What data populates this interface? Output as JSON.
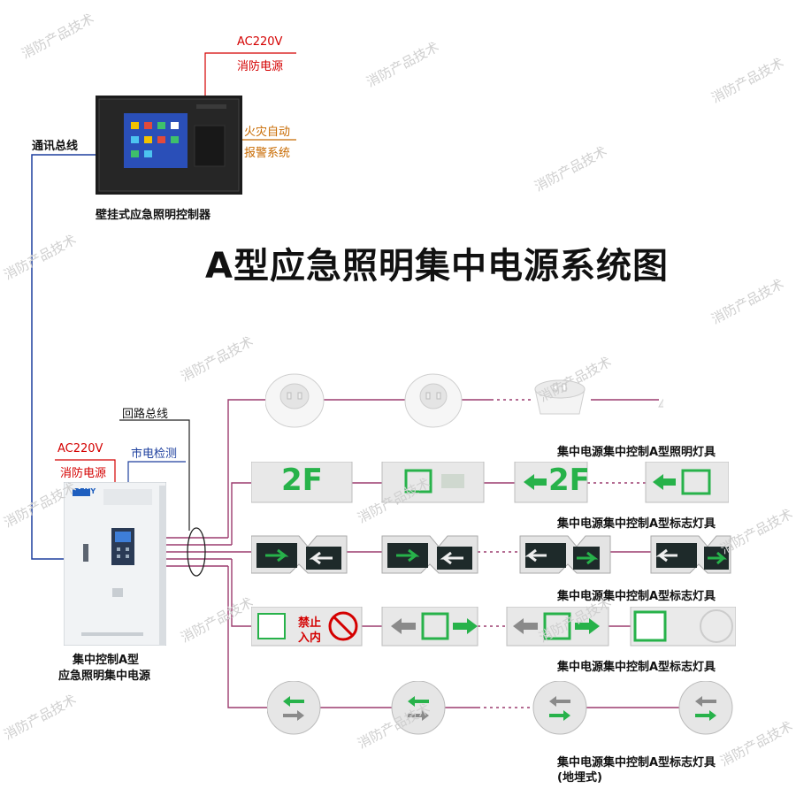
{
  "title": "A型应急照明集中电源系统图",
  "controller": {
    "ac_label": "AC220V",
    "power_label": "消防电源",
    "fire_alarm_line1": "火灾自动",
    "fire_alarm_line2": "报警系统",
    "caption": "壁挂式应急照明控制器",
    "comm_bus": "通讯总线"
  },
  "power_supply": {
    "ac_label": "AC220V",
    "power_label": "消防电源",
    "mains_detect": "市电检测",
    "loop_bus": "回路总线",
    "brand": "RENY",
    "caption_line1": "集中控制A型",
    "caption_line2": "应急照明集中电源"
  },
  "rows": [
    {
      "caption": "集中电源集中控制A型照明灯具"
    },
    {
      "caption": "集中电源集中控制A型标志灯具",
      "sign_texts": [
        "2F",
        "2F"
      ]
    },
    {
      "caption": "集中电源集中控制A型标志灯具"
    },
    {
      "caption": "集中电源集中控制A型标志灯具",
      "sign_texts": [
        "禁止",
        "入内"
      ]
    },
    {
      "caption": "集中电源集中控制A型标志灯具",
      "caption2": "(地埋式)"
    }
  ],
  "watermark": "消防产品技术",
  "colors": {
    "line_purple": "#9c3b6e",
    "line_red": "#d40000",
    "line_blue": "#1d3f9e",
    "sign_green": "#27b24a"
  }
}
